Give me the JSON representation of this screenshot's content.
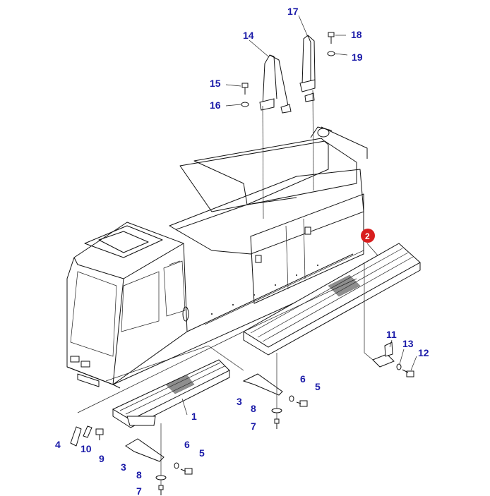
{
  "diagram": {
    "callouts": [
      {
        "id": "c1",
        "text": "1"
      },
      {
        "id": "c2",
        "text": "2"
      },
      {
        "id": "c3a",
        "text": "3"
      },
      {
        "id": "c3b",
        "text": "3"
      },
      {
        "id": "c4",
        "text": "4"
      },
      {
        "id": "c5a",
        "text": "5"
      },
      {
        "id": "c5b",
        "text": "5"
      },
      {
        "id": "c6a",
        "text": "6"
      },
      {
        "id": "c6b",
        "text": "6"
      },
      {
        "id": "c7a",
        "text": "7"
      },
      {
        "id": "c7b",
        "text": "7"
      },
      {
        "id": "c8a",
        "text": "8"
      },
      {
        "id": "c8b",
        "text": "8"
      },
      {
        "id": "c9",
        "text": "9"
      },
      {
        "id": "c10",
        "text": "10"
      },
      {
        "id": "c11",
        "text": "11"
      },
      {
        "id": "c12",
        "text": "12"
      },
      {
        "id": "c13",
        "text": "13"
      },
      {
        "id": "c14",
        "text": "14"
      },
      {
        "id": "c15",
        "text": "15"
      },
      {
        "id": "c16",
        "text": "16"
      },
      {
        "id": "c17",
        "text": "17"
      },
      {
        "id": "c18",
        "text": "18"
      },
      {
        "id": "c19",
        "text": "19"
      }
    ],
    "highlight_color": "#d81e1e",
    "callout_color": "#1a1aa8"
  }
}
